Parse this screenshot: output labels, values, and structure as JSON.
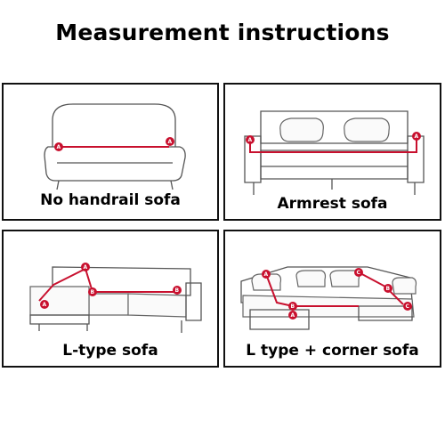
{
  "title": "Measurement instructions",
  "panels": [
    {
      "caption": "No handrail sofa",
      "markers": [
        "A",
        "A"
      ]
    },
    {
      "caption": "Armrest sofa",
      "markers": [
        "A",
        "A"
      ]
    },
    {
      "caption": "L-type sofa",
      "markers": [
        "A",
        "A",
        "B",
        "B"
      ]
    },
    {
      "caption": "L type + corner sofa",
      "markers": [
        "A",
        "A",
        "B",
        "B",
        "C",
        "C"
      ]
    }
  ],
  "colors": {
    "accent": "#c8102e",
    "border": "#111111"
  }
}
